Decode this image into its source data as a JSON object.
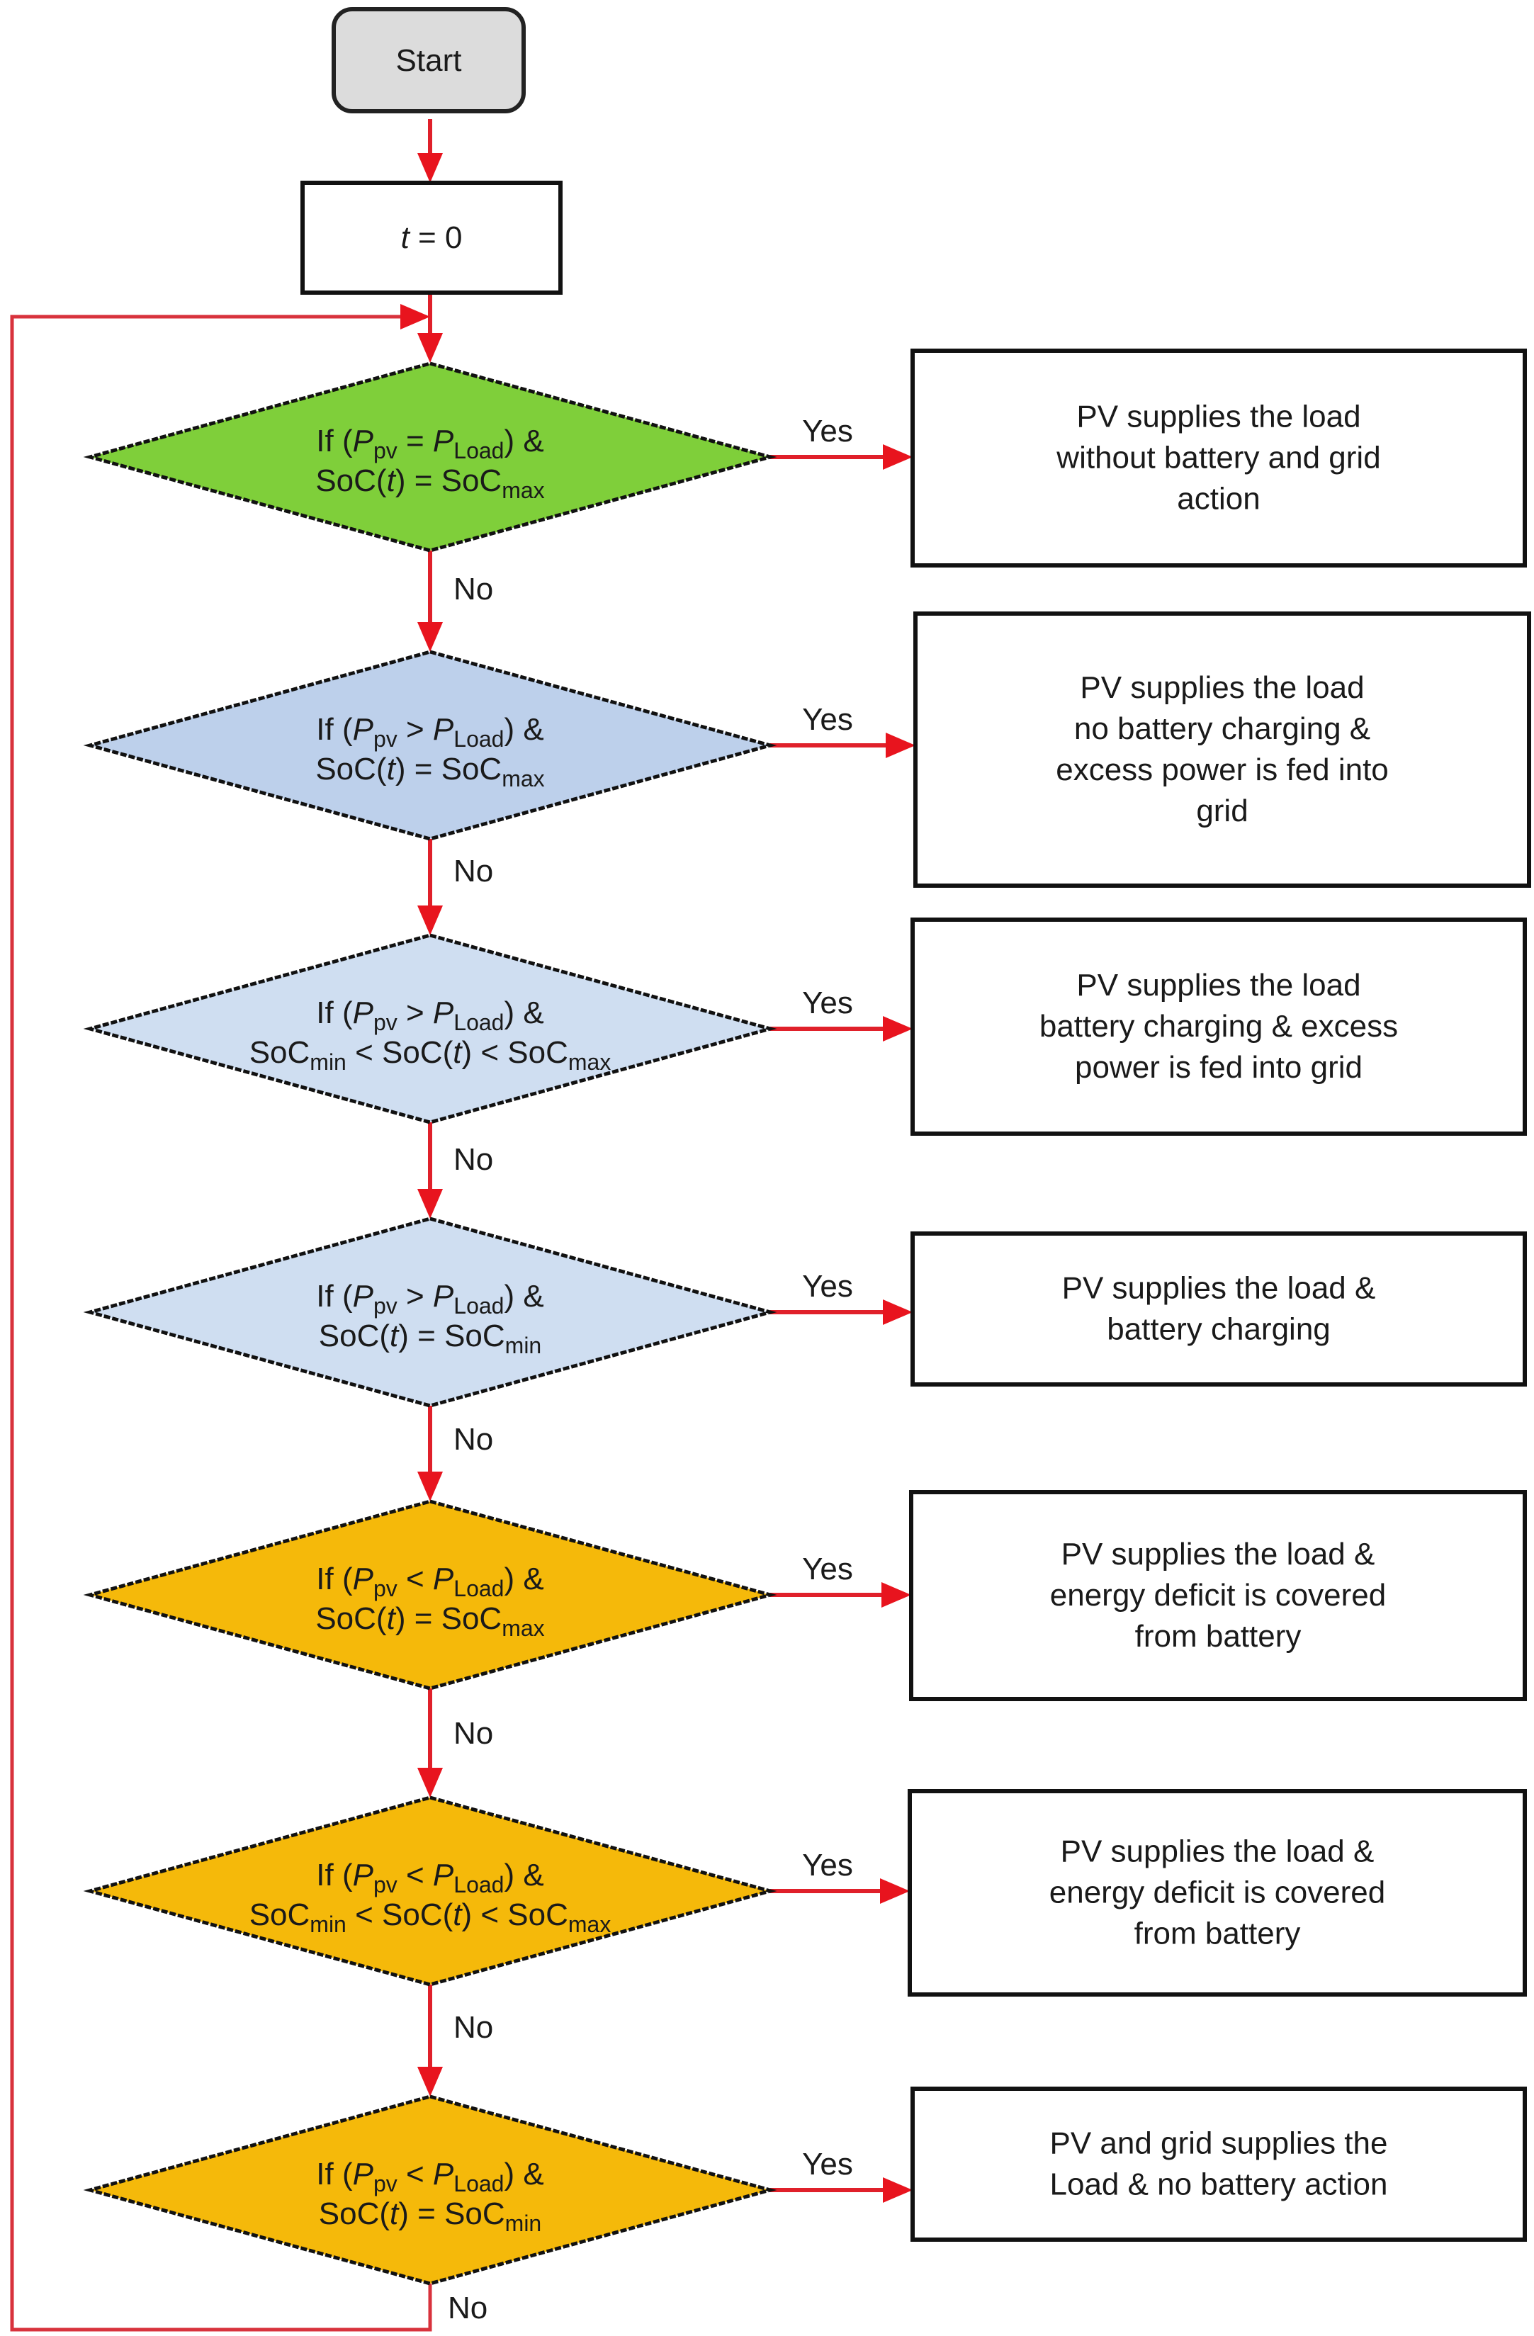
{
  "title": "PV–battery–grid energy management flowchart",
  "colors": {
    "arrow": "#e0202a",
    "start_fill": "#dcdcdc",
    "equal_condition_fill": "#7fcf3a",
    "surplus_condition_fill_dark": "#bdd0eb",
    "surplus_condition_fill": "#cfdef1",
    "deficit_condition_fill": "#f5b90a"
  },
  "start": {
    "label": "Start"
  },
  "init": {
    "var": "t",
    "rest": " = 0"
  },
  "edge_labels": {
    "yes": "Yes",
    "no": "No"
  },
  "decisions": [
    {
      "id": "d1",
      "fill": "#7fcf3a",
      "line1": [
        {
          "t": "If (",
          "s": "n"
        },
        {
          "t": "P",
          "s": "i"
        },
        {
          "t": "pv",
          "s": "sub"
        },
        {
          "t": " = ",
          "s": "n"
        },
        {
          "t": "P",
          "s": "i"
        },
        {
          "t": "Load",
          "s": "sub"
        },
        {
          "t": ") &",
          "s": "n"
        }
      ],
      "line2": [
        {
          "t": "SoC(",
          "s": "n"
        },
        {
          "t": "t",
          "s": "i"
        },
        {
          "t": ") = SoC",
          "s": "n"
        },
        {
          "t": "max",
          "s": "sub"
        }
      ],
      "outcome": [
        "PV supplies the load",
        "without battery and grid",
        "action"
      ]
    },
    {
      "id": "d2",
      "fill": "#bdd0eb",
      "line1": [
        {
          "t": "If (",
          "s": "n"
        },
        {
          "t": "P",
          "s": "i"
        },
        {
          "t": "pv",
          "s": "sub"
        },
        {
          "t": " > ",
          "s": "n"
        },
        {
          "t": "P",
          "s": "i"
        },
        {
          "t": "Load",
          "s": "sub"
        },
        {
          "t": ") &",
          "s": "n"
        }
      ],
      "line2": [
        {
          "t": "SoC(",
          "s": "n"
        },
        {
          "t": "t",
          "s": "i"
        },
        {
          "t": ") = SoC",
          "s": "n"
        },
        {
          "t": "max",
          "s": "sub"
        }
      ],
      "outcome": [
        "PV supplies the load",
        "no battery charging &",
        "excess power is fed into",
        "grid"
      ]
    },
    {
      "id": "d3",
      "fill": "#cfdef1",
      "line1": [
        {
          "t": "If (",
          "s": "n"
        },
        {
          "t": "P",
          "s": "i"
        },
        {
          "t": "pv",
          "s": "sub"
        },
        {
          "t": " > ",
          "s": "n"
        },
        {
          "t": "P",
          "s": "i"
        },
        {
          "t": "Load",
          "s": "sub"
        },
        {
          "t": ") &",
          "s": "n"
        }
      ],
      "line2": [
        {
          "t": "SoC",
          "s": "n"
        },
        {
          "t": "min",
          "s": "sub"
        },
        {
          "t": " < SoC(",
          "s": "n"
        },
        {
          "t": "t",
          "s": "i"
        },
        {
          "t": ") < SoC",
          "s": "n"
        },
        {
          "t": "max",
          "s": "sub"
        }
      ],
      "outcome": [
        "PV supplies the load",
        "battery charging & excess",
        "power is fed into grid"
      ]
    },
    {
      "id": "d4",
      "fill": "#cfdef1",
      "line1": [
        {
          "t": "If (",
          "s": "n"
        },
        {
          "t": "P",
          "s": "i"
        },
        {
          "t": "pv",
          "s": "sub"
        },
        {
          "t": " > ",
          "s": "n"
        },
        {
          "t": "P",
          "s": "i"
        },
        {
          "t": "Load",
          "s": "sub"
        },
        {
          "t": ") &",
          "s": "n"
        }
      ],
      "line2": [
        {
          "t": "SoC(",
          "s": "n"
        },
        {
          "t": "t",
          "s": "i"
        },
        {
          "t": ") = SoC",
          "s": "n"
        },
        {
          "t": "min",
          "s": "sub"
        }
      ],
      "outcome": [
        "PV supplies the load &",
        "battery charging"
      ]
    },
    {
      "id": "d5",
      "fill": "#f5b90a",
      "line1": [
        {
          "t": "If (",
          "s": "n"
        },
        {
          "t": "P",
          "s": "i"
        },
        {
          "t": "pv",
          "s": "sub"
        },
        {
          "t": " < ",
          "s": "n"
        },
        {
          "t": "P",
          "s": "i"
        },
        {
          "t": "Load",
          "s": "sub"
        },
        {
          "t": ") &",
          "s": "n"
        }
      ],
      "line2": [
        {
          "t": "SoC(",
          "s": "n"
        },
        {
          "t": "t",
          "s": "i"
        },
        {
          "t": ") = SoC",
          "s": "n"
        },
        {
          "t": "max",
          "s": "sub"
        }
      ],
      "outcome": [
        "PV supplies the load &",
        "energy deficit is covered",
        "from battery"
      ]
    },
    {
      "id": "d6",
      "fill": "#f5b90a",
      "line1": [
        {
          "t": "If (",
          "s": "n"
        },
        {
          "t": "P",
          "s": "i"
        },
        {
          "t": "pv",
          "s": "sub"
        },
        {
          "t": " < ",
          "s": "n"
        },
        {
          "t": "P",
          "s": "i"
        },
        {
          "t": "Load",
          "s": "sub"
        },
        {
          "t": ") &",
          "s": "n"
        }
      ],
      "line2": [
        {
          "t": "SoC",
          "s": "n"
        },
        {
          "t": "min",
          "s": "sub"
        },
        {
          "t": " < SoC(",
          "s": "n"
        },
        {
          "t": "t",
          "s": "i"
        },
        {
          "t": ") < SoC",
          "s": "n"
        },
        {
          "t": "max",
          "s": "sub"
        }
      ],
      "outcome": [
        "PV supplies the load &",
        "energy deficit is covered",
        "from battery"
      ]
    },
    {
      "id": "d7",
      "fill": "#f5b90a",
      "line1": [
        {
          "t": "If (",
          "s": "n"
        },
        {
          "t": "P",
          "s": "i"
        },
        {
          "t": "pv",
          "s": "sub"
        },
        {
          "t": " < ",
          "s": "n"
        },
        {
          "t": "P",
          "s": "i"
        },
        {
          "t": "Load",
          "s": "sub"
        },
        {
          "t": ") &",
          "s": "n"
        }
      ],
      "line2": [
        {
          "t": "SoC(",
          "s": "n"
        },
        {
          "t": "t",
          "s": "i"
        },
        {
          "t": ") = SoC",
          "s": "n"
        },
        {
          "t": "min",
          "s": "sub"
        }
      ],
      "outcome": [
        "PV and grid supplies the",
        "Load & no battery action"
      ]
    }
  ]
}
